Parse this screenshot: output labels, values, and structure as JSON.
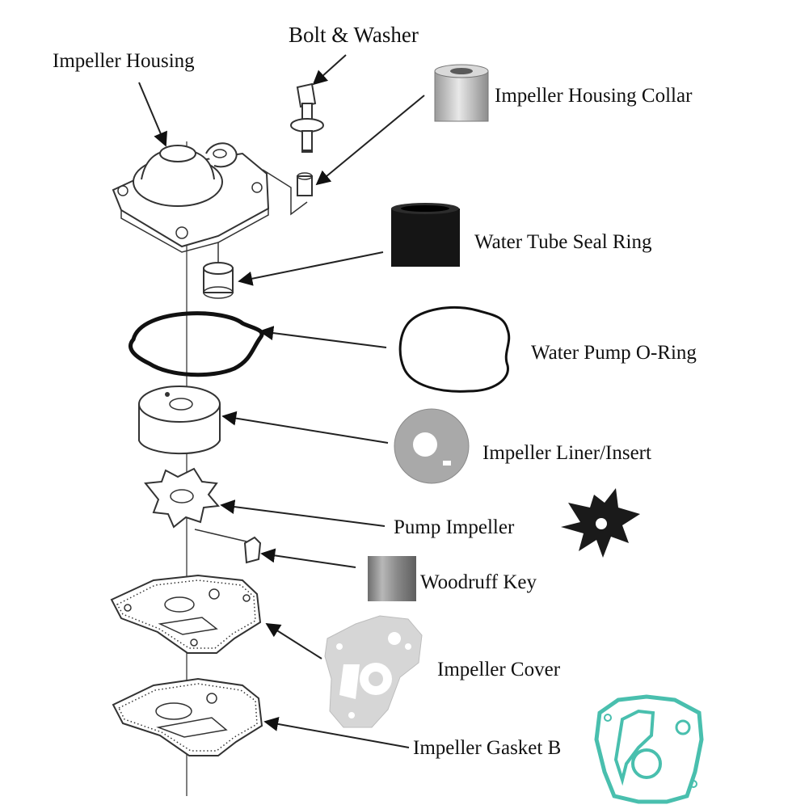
{
  "labels": {
    "impeller_housing": "Impeller Housing",
    "bolt_washer": "Bolt & Washer",
    "housing_collar": "Impeller Housing Collar",
    "water_tube_seal": "Water Tube Seal Ring",
    "o_ring": "Water Pump O-Ring",
    "liner_insert": "Impeller Liner/Insert",
    "pump_impeller": "Pump Impeller",
    "woodruff_key": "Woodruff Key",
    "impeller_cover": "Impeller Cover",
    "gasket_b": "Impeller Gasket B"
  },
  "colors": {
    "ink": "#222222",
    "photo_gray": "#cfcfcf",
    "seal_black": "#111111",
    "liner_gray": "#a9a9a9",
    "cover_gray": "#d9d9d9",
    "gasket_teal": "#49bfae"
  }
}
